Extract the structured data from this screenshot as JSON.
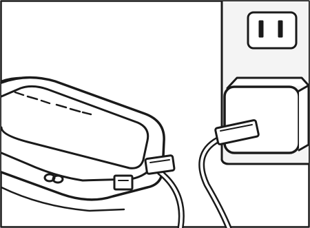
{
  "figure": {
    "subject": "charging-illustration",
    "parts": {
      "wall_outlet": "wall-outlet",
      "power_adapter": "power-adapter",
      "device": "portable-hotspot-device",
      "cable": "usb-cable"
    },
    "colors": {
      "line": "#1a1a1a",
      "fill": "#ffffff",
      "wall": "#f2f2f2"
    }
  }
}
